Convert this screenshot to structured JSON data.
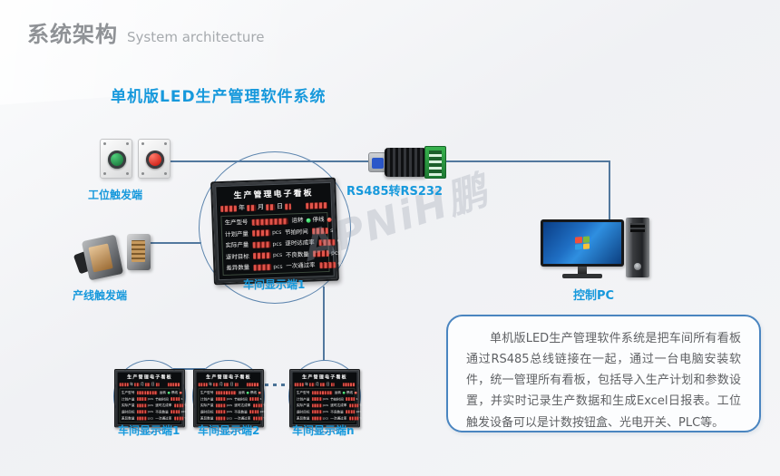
{
  "page": {
    "title_cn": "系统架构",
    "title_en": "System architecture",
    "subtitle": "单机版LED生产管理软件系统",
    "watermark": "APNiH鹏"
  },
  "colors": {
    "accent_blue": "#1799dc",
    "line_blue": "#52789e",
    "led_red": "#e2544a",
    "box_border": "#4a85c0"
  },
  "devices": {
    "station_trigger_label": "工位触发端",
    "line_trigger_label": "产线触发端",
    "converter_label": "RS485转RS232",
    "pc_label": "控制PC"
  },
  "board": {
    "title": "生产管理电子看板",
    "date_units": {
      "year": "年",
      "month": "月",
      "day": "日"
    },
    "model_label": "生产型号",
    "run_label": "运转",
    "stop_label": "停线",
    "rows": [
      {
        "left_label": "计划产量",
        "left_unit": "pcs",
        "right_label": "节拍时间",
        "right_unit": "s"
      },
      {
        "left_label": "实际产量",
        "left_unit": "pcs",
        "right_label": "逐时达成率",
        "right_unit": "%"
      },
      {
        "left_label": "逐时目标",
        "left_unit": "pcs",
        "right_label": "不良数量",
        "right_unit": "pcs"
      },
      {
        "left_label": "差异数量",
        "left_unit": "pcs",
        "right_label": "一次通过率",
        "right_unit": "%"
      }
    ]
  },
  "captions": {
    "main_display": "车间显示端1",
    "display1": "车间显示端1",
    "display2": "车间显示端2",
    "display3": "车间显示端n"
  },
  "description": "单机版LED生产管理软件系统是把车间所有看板通过RS485总线链接在一起，通过一台电脑安装软件，统一管理所有看板，包括导入生产计划和参数设置，并实时记录生产数据和生成Excel日报表。工位触发设备可以是计数按钮盒、光电开关、PLC等。"
}
